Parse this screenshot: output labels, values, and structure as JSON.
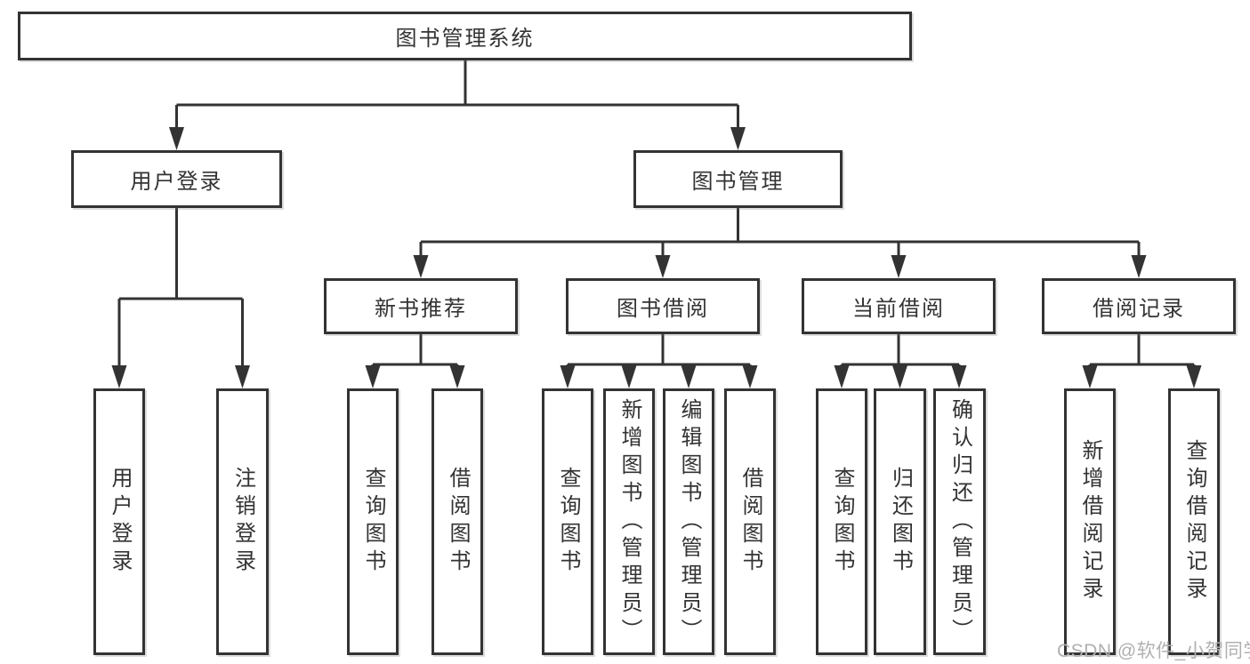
{
  "diagram": {
    "title": "图书管理系统",
    "branches": [
      {
        "label": "用户登录",
        "children": [
          {
            "label": "用户登录"
          },
          {
            "label": "注销登录"
          }
        ]
      },
      {
        "label": "图书管理",
        "children": [
          {
            "label": "新书推荐",
            "children": [
              {
                "label": "查询图书"
              },
              {
                "label": "借阅图书"
              }
            ]
          },
          {
            "label": "图书借阅",
            "children": [
              {
                "label": "查询图书"
              },
              {
                "label": "新增图书（管理员）"
              },
              {
                "label": "编辑图书（管理员）"
              },
              {
                "label": "借阅图书"
              }
            ]
          },
          {
            "label": "当前借阅",
            "children": [
              {
                "label": "查询图书"
              },
              {
                "label": "归还图书"
              },
              {
                "label": "确认归还（管理员）"
              }
            ]
          },
          {
            "label": "借阅记录",
            "children": [
              {
                "label": "新增借阅记录"
              },
              {
                "label": "查询借阅记录"
              }
            ]
          }
        ]
      }
    ]
  },
  "watermark": {
    "text": "CSDN @软件_小贺同学"
  },
  "colors": {
    "line": "#333333",
    "box_border": "#333333",
    "text": "#333333",
    "watermark_text": "#b0b0b0",
    "background": "#ffffff"
  }
}
